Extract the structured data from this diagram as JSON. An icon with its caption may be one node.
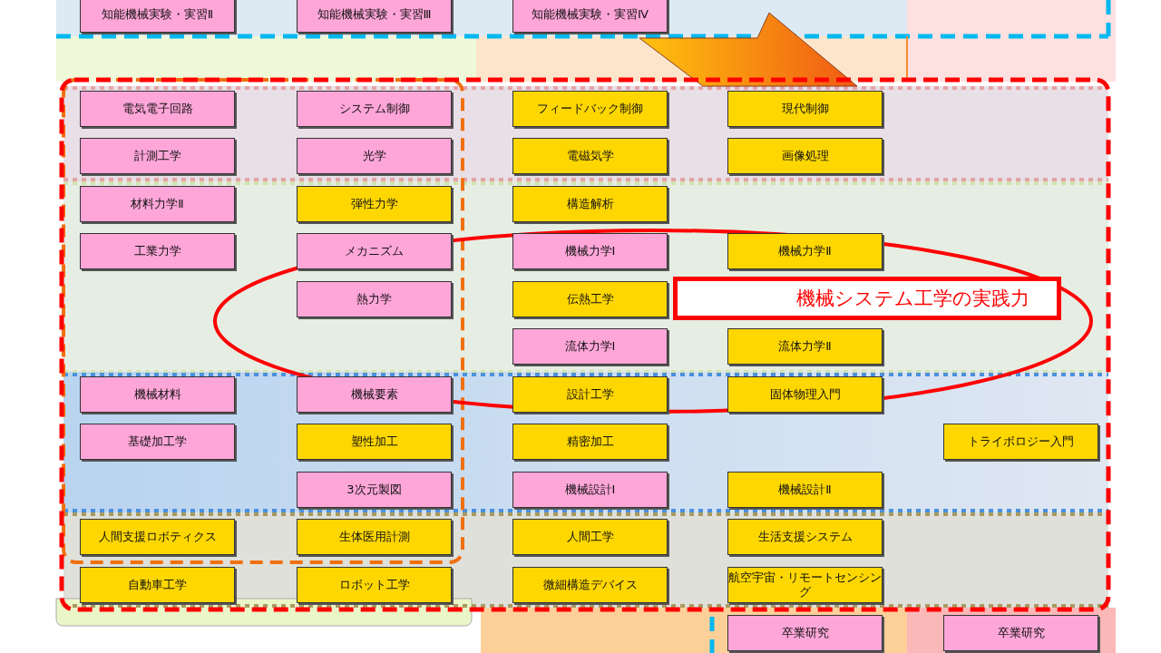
{
  "diagram": {
    "nodes": [
      {
        "text": [
          "知能機械実験・実習Ⅱ"
        ]
      },
      {
        "text": [
          "知能機械実験・実習Ⅲ"
        ]
      },
      {
        "text": [
          "知能機械実験・実習Ⅳ"
        ]
      },
      {
        "text": [
          "電気電子回路"
        ]
      },
      {
        "text": [
          "システム制御"
        ]
      },
      {
        "text": [
          "フィードバック制御"
        ]
      },
      {
        "text": [
          "現代制御"
        ]
      },
      {
        "text": [
          "計測工学"
        ]
      },
      {
        "text": [
          "光学"
        ]
      },
      {
        "text": [
          "電磁気学"
        ]
      },
      {
        "text": [
          "画像処理"
        ]
      },
      {
        "text": [
          "材料力学Ⅱ"
        ]
      },
      {
        "text": [
          "弾性力学"
        ]
      },
      {
        "text": [
          "構造解析"
        ]
      },
      {
        "text": [
          "工業力学"
        ]
      },
      {
        "text": [
          "メカニズム"
        ]
      },
      {
        "text": [
          "機械力学Ⅰ"
        ]
      },
      {
        "text": [
          "機械力学Ⅱ"
        ]
      },
      {
        "text": [
          "熱力学"
        ]
      },
      {
        "text": [
          "伝熱工学"
        ]
      },
      {
        "text": [
          "機械システム工学の実践力"
        ]
      },
      {
        "text": [
          "流体力学Ⅰ"
        ]
      },
      {
        "text": [
          "流体力学Ⅱ"
        ]
      },
      {
        "text": [
          "機械材料"
        ]
      },
      {
        "text": [
          "機械要素"
        ]
      },
      {
        "text": [
          "設計工学"
        ]
      },
      {
        "text": [
          "固体物理入門"
        ]
      },
      {
        "text": [
          "基礎加工学"
        ]
      },
      {
        "text": [
          "塑性加工"
        ]
      },
      {
        "text": [
          "精密加工"
        ]
      },
      {
        "text": [
          "トライボロジー入門"
        ]
      },
      {
        "text": [
          "3次元製図"
        ]
      },
      {
        "text": [
          "機械設計Ⅰ"
        ]
      },
      {
        "text": [
          "機械設計Ⅱ"
        ]
      },
      {
        "text": [
          "人間支援ロボティクス"
        ]
      },
      {
        "text": [
          "生体医用計測"
        ]
      },
      {
        "text": [
          "人間工学"
        ]
      },
      {
        "text": [
          "生活支援システム"
        ]
      },
      {
        "text": [
          "自動車工学"
        ]
      },
      {
        "text": [
          "ロボット工学"
        ]
      },
      {
        "text": [
          "微細構造デバイス"
        ]
      },
      {
        "text": [
          "航空宇宙・リモートセンシング"
        ]
      },
      {
        "text": [
          "卒業研究"
        ]
      },
      {
        "text": [
          "卒業研究"
        ]
      }
    ]
  }
}
